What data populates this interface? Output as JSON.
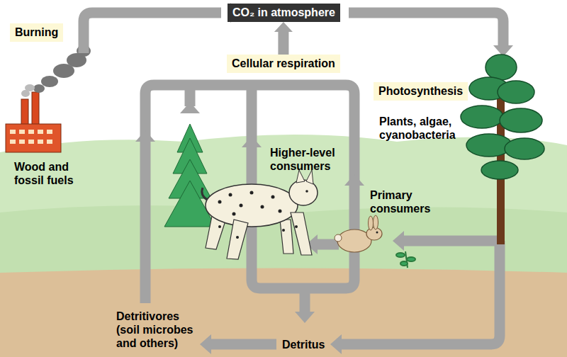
{
  "diagram": {
    "nodes": [
      {
        "text": [
          "CO₂ in atmosphere"
        ]
      },
      {
        "text": [
          "Burning"
        ]
      },
      {
        "text": [
          "Cellular respiration"
        ]
      },
      {
        "text": [
          "Photosynthesis"
        ]
      }
    ],
    "edges": [
      {
        "from": 2,
        "to": 0,
        "arrow": "to"
      }
    ],
    "labels": [
      "Wood and fossil fuels",
      "Plants, algae, cyanobacteria",
      "Higher-level consumers",
      "Primary consumers",
      "Detritivores (soil microbes and others)",
      "Detritus"
    ]
  }
}
